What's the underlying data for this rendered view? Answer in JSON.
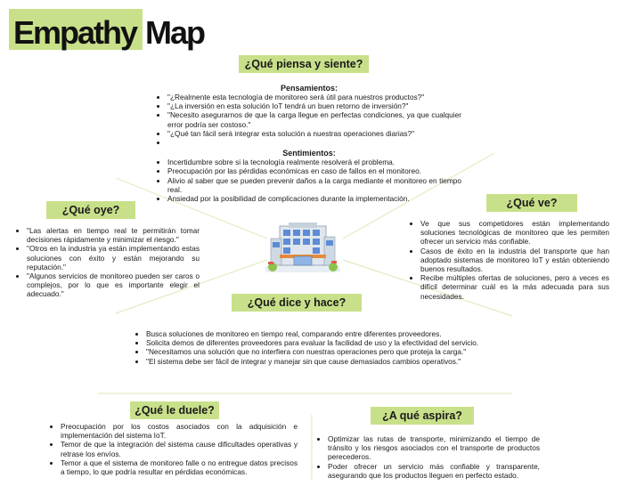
{
  "title": {
    "word1": "Empathy",
    "word2": "Map"
  },
  "sections": {
    "piensa": {
      "heading": "¿Qué piensa y siente?",
      "pensamientos_label": "Pensamientos:",
      "pensamientos": [
        "\"¿Realmente esta tecnología de monitoreo será útil para nuestros productos?\"",
        "\"¿La inversión en esta solución IoT tendrá un buen retorno de inversión?\"",
        "\"Necesito asegurarnos de que la carga llegue en perfectas condiciones, ya que cualquier error podría ser costoso.\"",
        "\"¿Qué tan fácil será integrar esta solución a nuestras operaciones diarias?\"",
        ""
      ],
      "sentimientos_label": "Sentimientos:",
      "sentimientos": [
        "Incertidumbre sobre si la tecnología realmente resolverá el problema.",
        "Preocupación por las pérdidas económicas en caso de fallos en el monitoreo.",
        "Alivio al saber que se pueden prevenir daños a la carga mediante el monitoreo en tiempo real.",
        "Ansiedad por la posibilidad de complicaciones durante la implementación."
      ]
    },
    "oye": {
      "heading": "¿Qué oye?",
      "items": [
        "\"Las alertas en tiempo real te permitirán tomar decisiones rápidamente y minimizar el riesgo.\"",
        "\"Otros en la industria ya están implementando estas soluciones con éxito y están mejorando su reputación.\"",
        "\"Algunos servicios de monitoreo pueden ser caros o complejos, por lo que es importante elegir el adecuado.\""
      ]
    },
    "ve": {
      "heading": "¿Qué ve?",
      "items": [
        "Ve que sus competidores están implementando soluciones tecnológicas de monitoreo que les permiten ofrecer un servicio más confiable.",
        "Casos de éxito en la industria del transporte que han adoptado sistemas de monitoreo IoT y están obteniendo buenos resultados.",
        "Recibe múltiples ofertas de soluciones, pero a veces es difícil determinar cuál es la más adecuada para sus necesidades."
      ]
    },
    "dice": {
      "heading": "¿Qué dice y hace?",
      "items": [
        "Busca soluciones de monitoreo en tiempo real, comparando entre diferentes proveedores.",
        "Solicita demos de diferentes proveedores para evaluar la facilidad de uso y la efectividad del servicio.",
        "\"Necesitamos una solución que no interfiera con nuestras operaciones pero que proteja la carga.\"",
        "\"El sistema debe ser fácil de integrar y manejar sin que cause demasiados cambios operativos.\""
      ]
    },
    "duele": {
      "heading": "¿Qué le duele?",
      "items": [
        "Preocupación por los costos asociados con la adquisición e implementación del sistema IoT.",
        "Temor de que la integración del sistema cause dificultades operativas y retrase los envíos.",
        "Temor a que el sistema de monitoreo falle o no entregue datos precisos a tiempo, lo que podría resultar en pérdidas económicas."
      ]
    },
    "aspira": {
      "heading": "¿A qué aspira?",
      "items": [
        "Optimizar las rutas de transporte, minimizando el tiempo de tránsito y los riesgos asociados con el transporte de productos perecederos.",
        "Poder ofrecer un servicio más confiable y transparente, asegurando que los productos lleguen en perfecto estado."
      ]
    }
  },
  "colors": {
    "accent": "#c9e08a",
    "line": "#e3ecc4"
  }
}
